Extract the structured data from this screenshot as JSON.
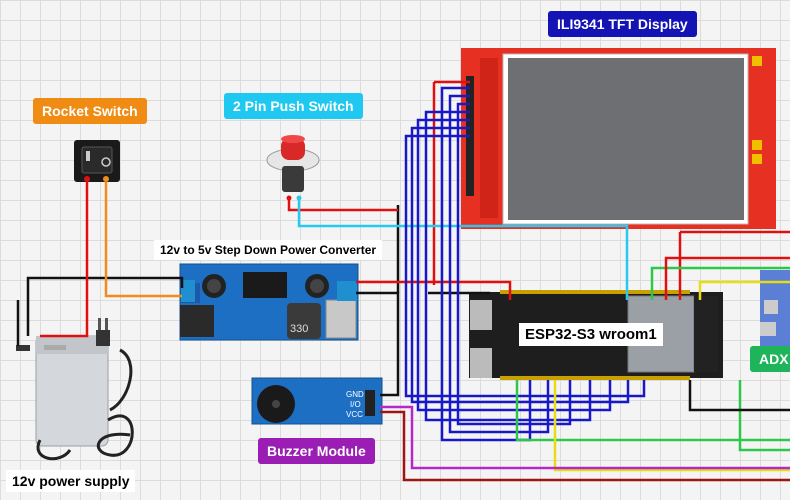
{
  "labels": {
    "tft_display": "ILI9341 TFT Display",
    "rocket_switch": "Rocket Switch",
    "push_switch": "2 Pin Push Switch",
    "converter": "12v to 5v Step Down Power Converter",
    "esp32": "ESP32-S3 wroom1",
    "adxl": "ADX",
    "buzzer": "Buzzer Module",
    "power_supply": "12v power supply"
  },
  "component_text": {
    "converter_inductor": "330",
    "buzzer_pin_gnd": "GND",
    "buzzer_pin_io": "I/O",
    "buzzer_pin_vcc": "VCC"
  },
  "colors": {
    "tft_label_bg": "#1414b4",
    "rocket_label_bg": "#f08c14",
    "push_label_bg": "#1ec8f0",
    "esp_label_bg": "#ffffff",
    "adxl_label_bg": "#1eb45a",
    "buzzer_label_bg": "#9b1eb4",
    "wire_red": "#e01010",
    "wire_black": "#111111",
    "wire_blue": "#1818c8",
    "wire_orange": "#f08c1e",
    "wire_cyan": "#28c8f0",
    "wire_green": "#2cc84a",
    "wire_yellow": "#e8dc14",
    "wire_purple": "#b428c8",
    "wire_darkred": "#a01414"
  }
}
